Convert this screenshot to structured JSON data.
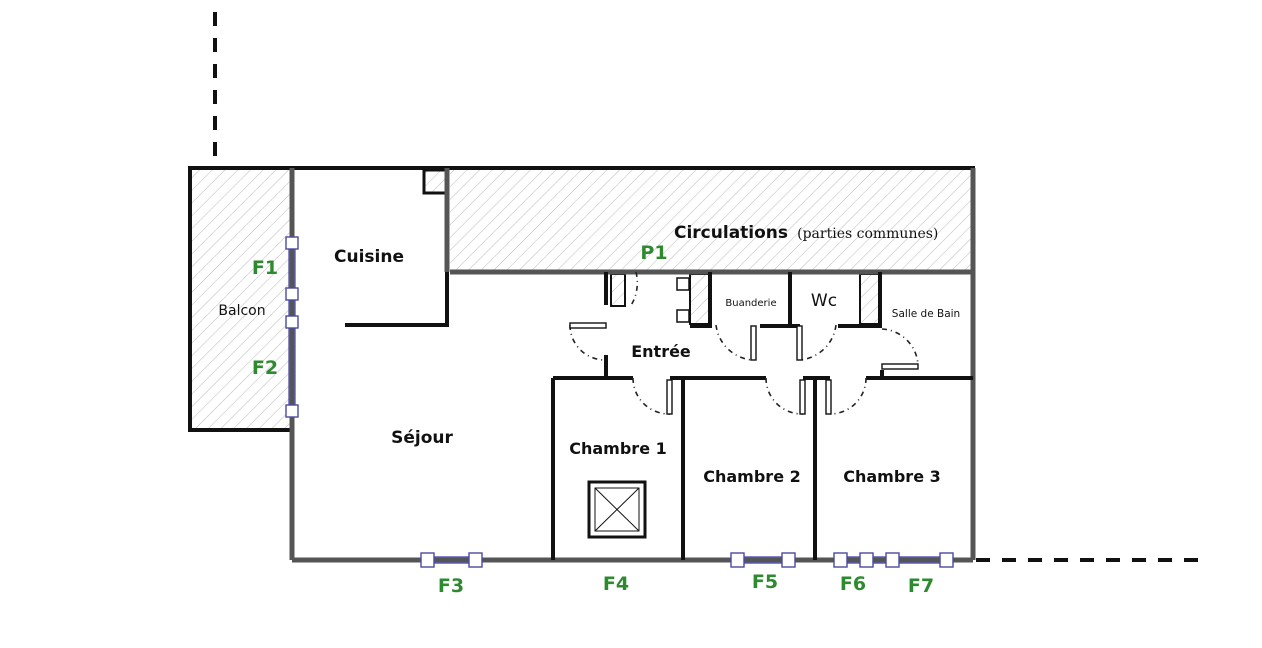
{
  "rooms": {
    "balcon": "Balcon",
    "cuisine": "Cuisine",
    "sejour": "Séjour",
    "circulations": "Circulations",
    "circulations_note": "(parties communes)",
    "entree": "Entrée",
    "buanderie": "Buanderie",
    "wc": "Wc",
    "salle_de_bain": "Salle de Bain",
    "chambre1": "Chambre 1",
    "chambre2": "Chambre 2",
    "chambre3": "Chambre 3"
  },
  "openings": {
    "p1": "P1",
    "f1": "F1",
    "f2": "F2",
    "f3": "F3",
    "f4": "F4",
    "f5": "F5",
    "f6": "F6",
    "f7": "F7"
  },
  "colors": {
    "opening_label": "#2e8a2e",
    "window": "#5a5ab8",
    "wall": "#111111"
  }
}
